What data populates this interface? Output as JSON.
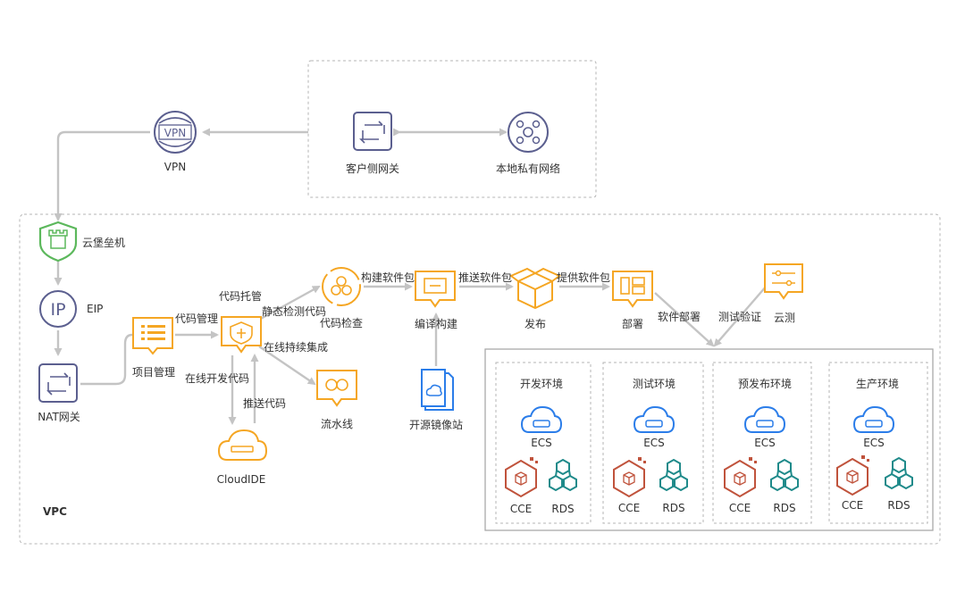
{
  "onprem": {
    "gateway": "客户侧网关",
    "network": "本地私有网络"
  },
  "vpn": {
    "label": "VPN",
    "icon_text": "VPN"
  },
  "vpc": {
    "label": "VPC",
    "bastion": "云堡垒机",
    "eip": "EIP",
    "eip_icon_text": "IP",
    "nat": "NAT网关",
    "project": "项目管理",
    "code_hosting": "代码托管",
    "code_check": "代码检查",
    "pipeline": "流水线",
    "cloudide": "CloudIDE",
    "build": "编译构建",
    "release": "发布",
    "deploy": "部署",
    "cloudtest": "云测",
    "mirror": "开源镜像站"
  },
  "edges": {
    "code_mgmt": "代码管理",
    "static_check": "静态检测代码",
    "build_pkg": "构建软件包",
    "push_pkg": "推送软件包",
    "provide_pkg": "提供软件包",
    "ci": "在线持续集成",
    "online_dev": "在线开发代码",
    "push_code": "推送代码",
    "sw_deploy": "软件部署",
    "test_verify": "测试验证"
  },
  "environments": [
    {
      "name": "开发环境",
      "ecs": "ECS",
      "cce": "CCE",
      "rds": "RDS"
    },
    {
      "name": "测试环境",
      "ecs": "ECS",
      "cce": "CCE",
      "rds": "RDS"
    },
    {
      "name": "预发布环境",
      "ecs": "ECS",
      "cce": "CCE",
      "rds": "RDS"
    },
    {
      "name": "生产环境",
      "ecs": "ECS",
      "cce": "CCE",
      "rds": "RDS"
    }
  ],
  "colors": {
    "orange": "#f5a623",
    "purple": "#5b5f8f",
    "blue": "#2b7de9",
    "green": "#5cb85c",
    "red": "#c0533c",
    "teal": "#1f8a8a",
    "arrow": "#bdbdbd"
  }
}
